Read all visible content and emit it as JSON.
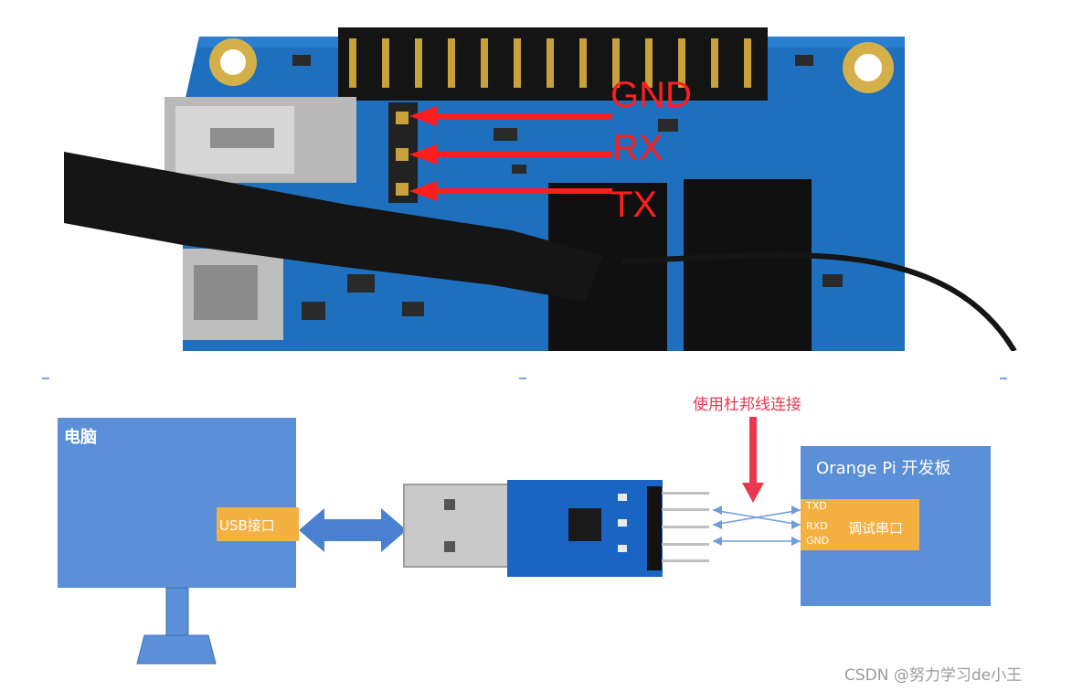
{
  "photo": {
    "pin_labels": {
      "gnd": "GND",
      "rx": "RX",
      "tx": "TX"
    }
  },
  "diagram": {
    "pc": {
      "title": "电脑",
      "usb_port": "USB接口"
    },
    "note": "使用杜邦线连接",
    "board": {
      "title": "Orange Pi 开发板",
      "pins": {
        "txd": "TXD",
        "rxd": "RXD",
        "gnd": "GND"
      },
      "debug_port": "调试串口"
    }
  },
  "watermark": "CSDN @努力学习de小王",
  "colors": {
    "board_blue": "#1f6fbf",
    "box_blue": "#5b8fd8",
    "port_orange": "#f5b042",
    "arrow_red": "#ff1e1e",
    "note_red": "#e8384f"
  }
}
